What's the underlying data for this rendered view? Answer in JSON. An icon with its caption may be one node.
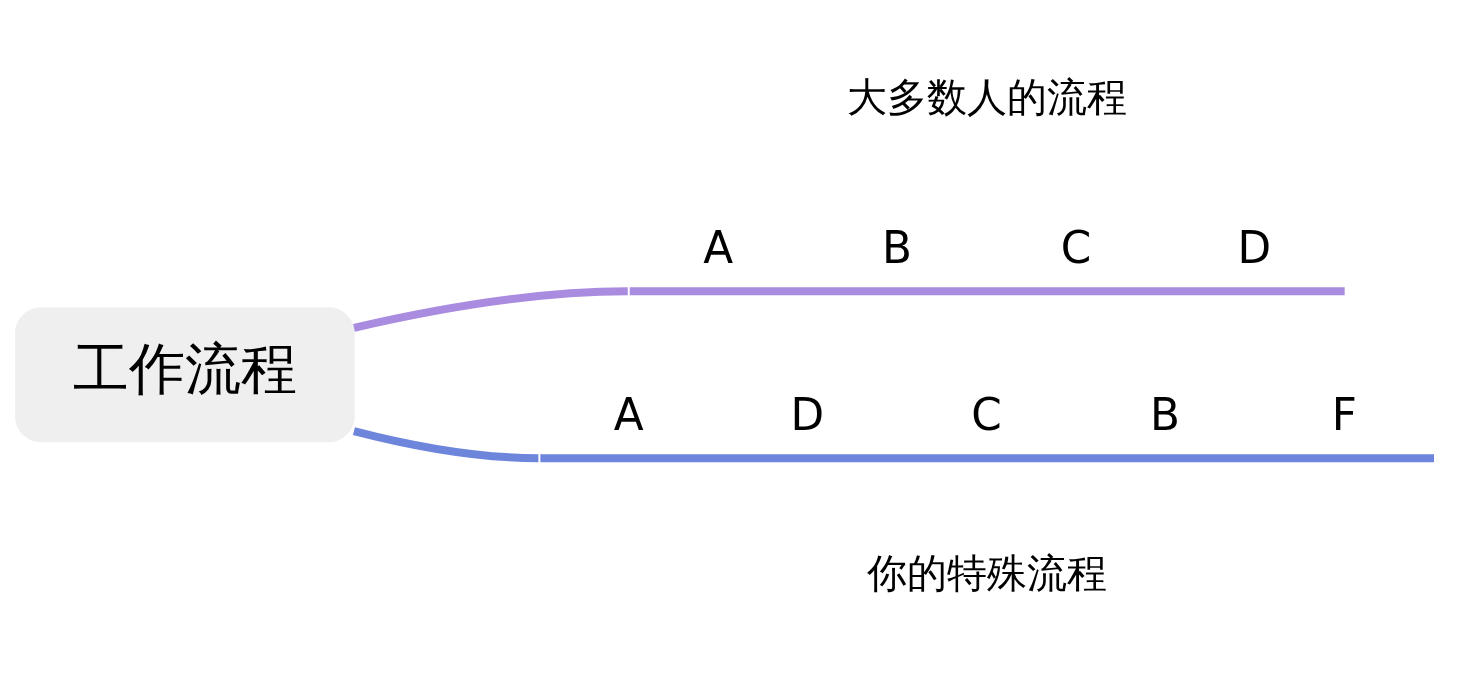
{
  "diagram": {
    "nodes": [
      {
        "text": [
          "工作流程"
        ]
      },
      {
        "text": [
          "A",
          "B",
          "C",
          "D"
        ]
      },
      {
        "text": [
          "A",
          "D",
          "C",
          "B",
          "F"
        ]
      }
    ],
    "edges": [
      {
        "from": 0,
        "to": 1,
        "arrow": "none",
        "color": "#a98be0"
      },
      {
        "from": 0,
        "to": 2,
        "arrow": "none",
        "color": "#6e85dc"
      }
    ],
    "labels": [
      "大多数人的流程",
      "你的特殊流程"
    ]
  }
}
